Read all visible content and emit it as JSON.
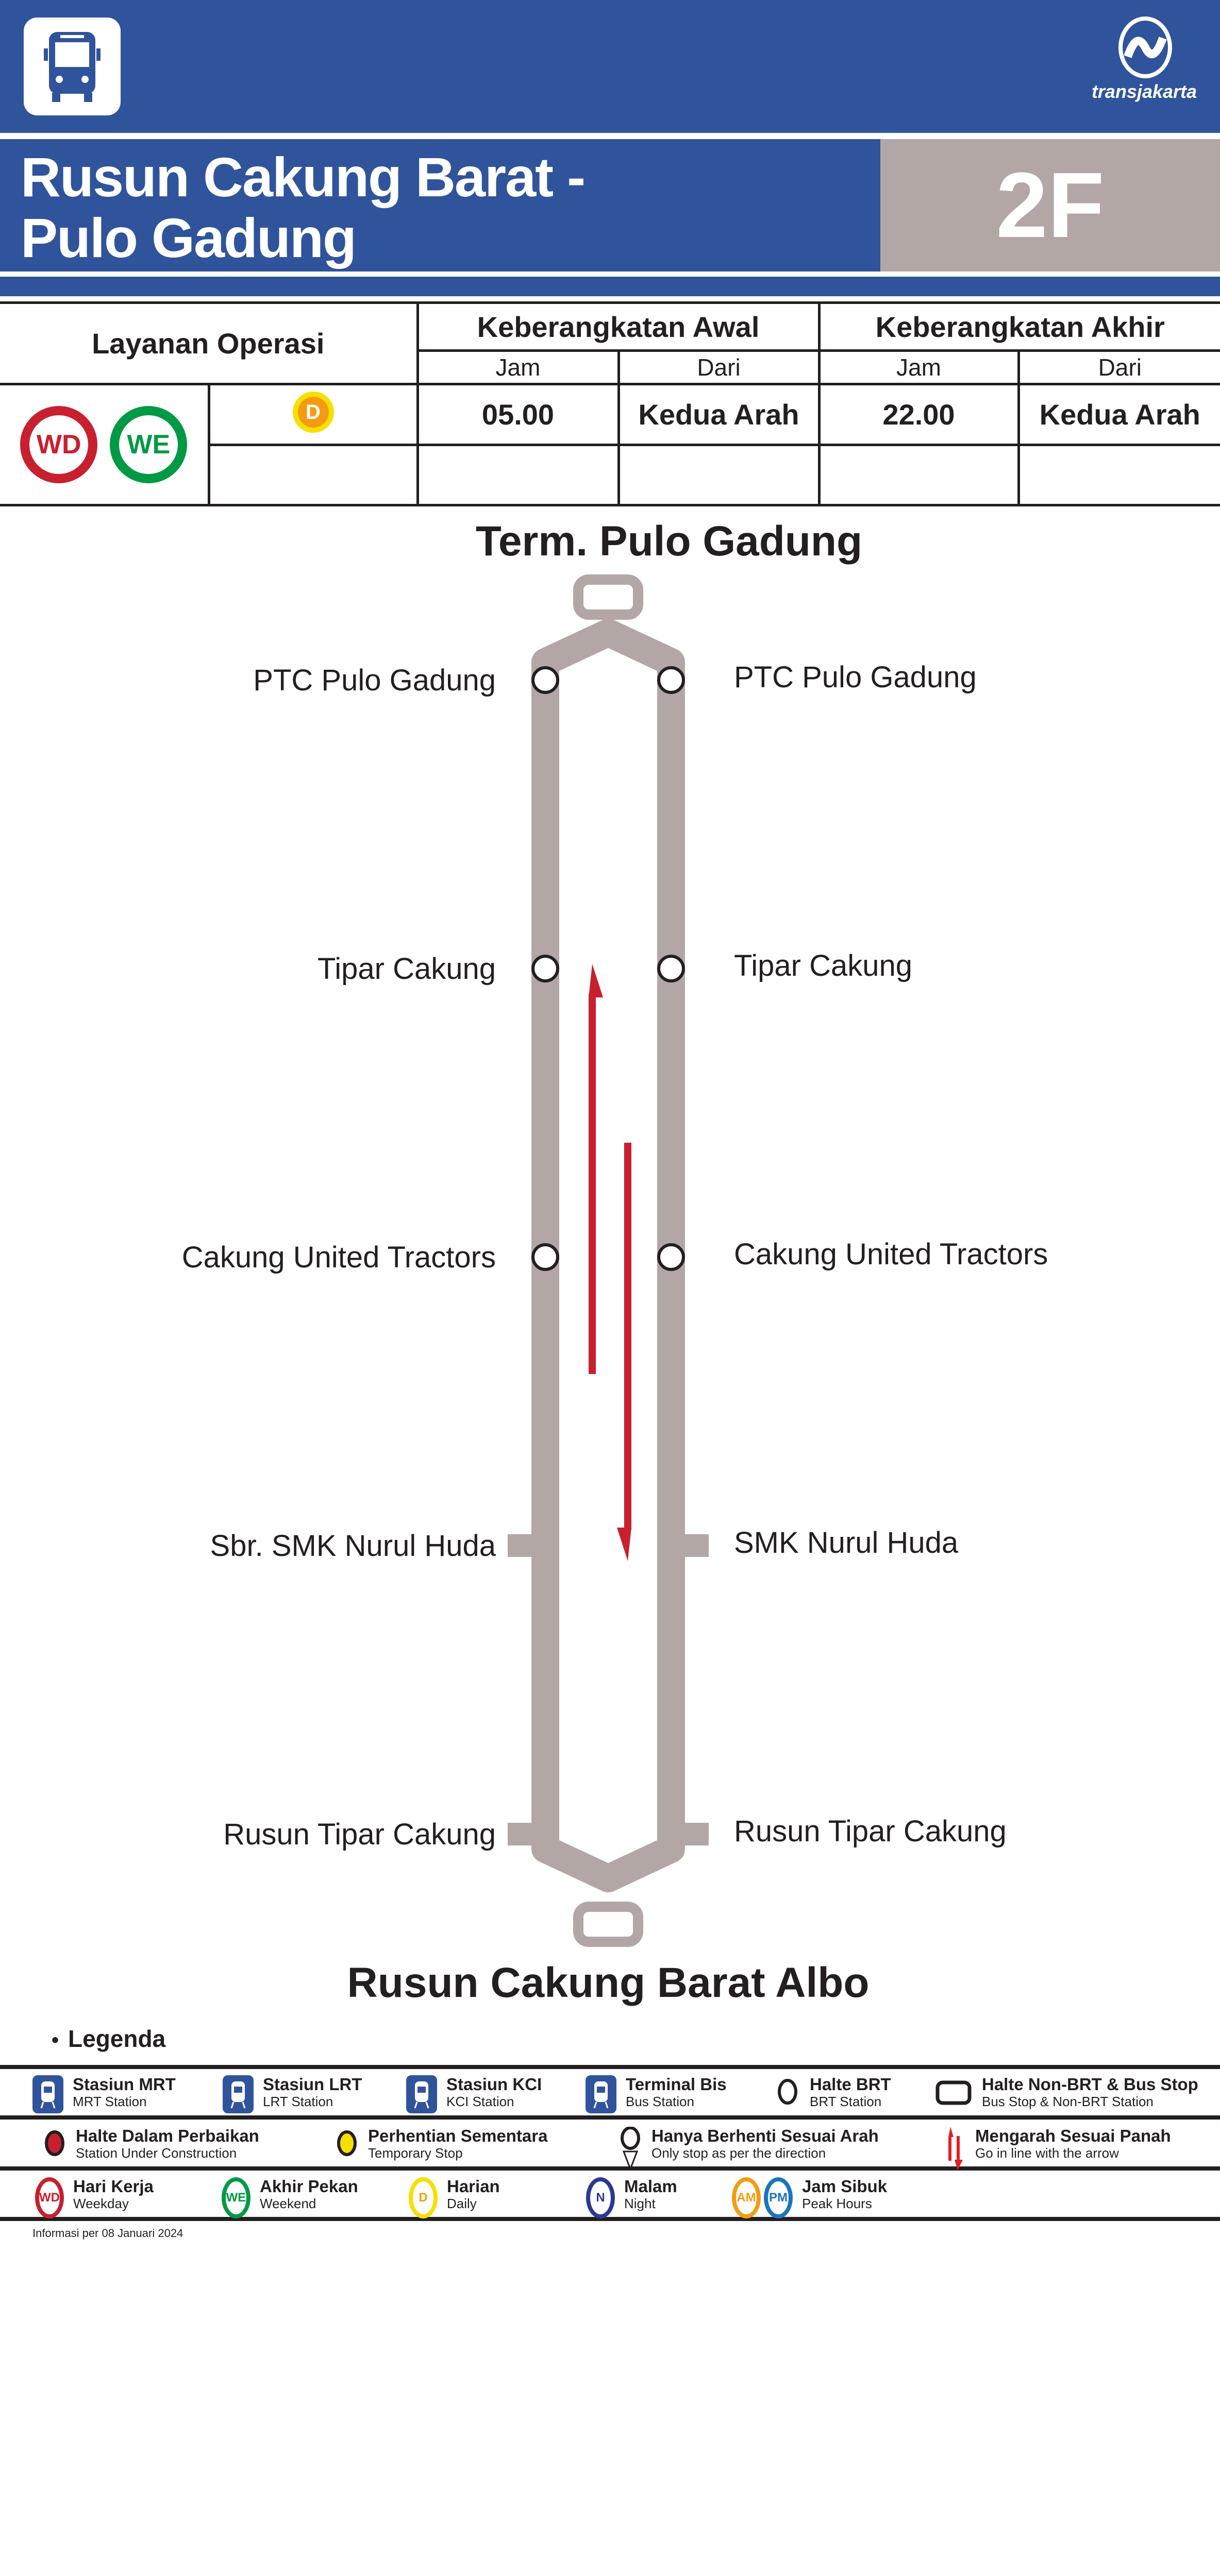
{
  "header": {
    "brand": "transjakarta",
    "title_line1": "Rusun Cakung Barat -",
    "title_line2": "Pulo Gadung",
    "route_code": "2F",
    "icon": "bus-icon"
  },
  "schedule": {
    "service_header": "Layanan Operasi",
    "first_header": "Keberangkatan Awal",
    "last_header": "Keberangkatan Akhir",
    "jam": "Jam",
    "dari": "Dari",
    "badges": [
      {
        "label": "WD",
        "color": "#c8202f"
      },
      {
        "label": "WE",
        "color": "#009a44"
      }
    ],
    "daily_badge": {
      "label": "D",
      "color": "#f7e000",
      "inner": "#f39c12"
    },
    "first_time": "05.00",
    "first_from": "Kedua Arah",
    "last_time": "22.00",
    "last_from": "Kedua Arah"
  },
  "diagram": {
    "top_terminal": "Term. Pulo Gadung",
    "bottom_terminal": "Rusun Cakung Barat Albo",
    "line_color": "#b3a7a6",
    "arrow_color": "#c8202f",
    "stops": [
      {
        "left": "PTC Pulo Gadung",
        "right": "PTC Pulo Gadung",
        "type": "brt"
      },
      {
        "left": "Tipar Cakung",
        "right": "Tipar Cakung",
        "type": "brt"
      },
      {
        "left": "Cakung United Tractors",
        "right": "Cakung United Tractors",
        "type": "brt"
      },
      {
        "left": "Sbr. SMK Nurul Huda",
        "right": "SMK Nurul Huda",
        "type": "non-brt"
      },
      {
        "left": "Rusun Tipar Cakung",
        "right": "Rusun Tipar Cakung",
        "type": "non-brt"
      }
    ]
  },
  "legend": {
    "title": "Legenda",
    "row1": [
      {
        "t1": "Stasiun MRT",
        "t2": "MRT Station",
        "icon": "mrt-icon"
      },
      {
        "t1": "Stasiun LRT",
        "t2": "LRT Station",
        "icon": "lrt-icon"
      },
      {
        "t1": "Stasiun KCI",
        "t2": "KCI Station",
        "icon": "kci-icon"
      },
      {
        "t1": "Terminal Bis",
        "t2": "Bus Station",
        "icon": "bus-terminal-icon"
      },
      {
        "t1": "Halte BRT",
        "t2": "BRT Station",
        "icon": "brt-stop-icon"
      },
      {
        "t1": "Halte Non-BRT & Bus Stop",
        "t2": "Bus Stop & Non-BRT Station",
        "icon": "non-brt-stop-icon"
      }
    ],
    "row2": [
      {
        "t1": "Halte Dalam Perbaikan",
        "t2": "Station Under Construction",
        "icon": "under-construction-icon"
      },
      {
        "t1": "Perhentian Sementara",
        "t2": "Temporary Stop",
        "icon": "temporary-stop-icon"
      },
      {
        "t1": "Hanya Berhenti Sesuai Arah",
        "t2": "Only stop as per the direction",
        "icon": "directional-stop-icon"
      },
      {
        "t1": "Mengarah Sesuai Panah",
        "t2": "Go in line with the arrow",
        "icon": "direction-arrow-icon"
      }
    ],
    "row3": [
      {
        "t1": "Hari Kerja",
        "t2": "Weekday",
        "badge": "WD",
        "color": "#c8202f"
      },
      {
        "t1": "Akhir Pekan",
        "t2": "Weekend",
        "badge": "WE",
        "color": "#009a44"
      },
      {
        "t1": "Harian",
        "t2": "Daily",
        "badge": "D",
        "color": "#f7e000"
      },
      {
        "t1": "Malam",
        "t2": "Night",
        "badge": "N",
        "color": "#2b3990"
      },
      {
        "t1": "Jam Sibuk",
        "t2": "Peak Hours",
        "badge": "AM",
        "badge2": "PM",
        "color": "#f39c12",
        "color2": "#1b75bc"
      }
    ],
    "footer": "Informasi per 08 Januari 2024"
  }
}
